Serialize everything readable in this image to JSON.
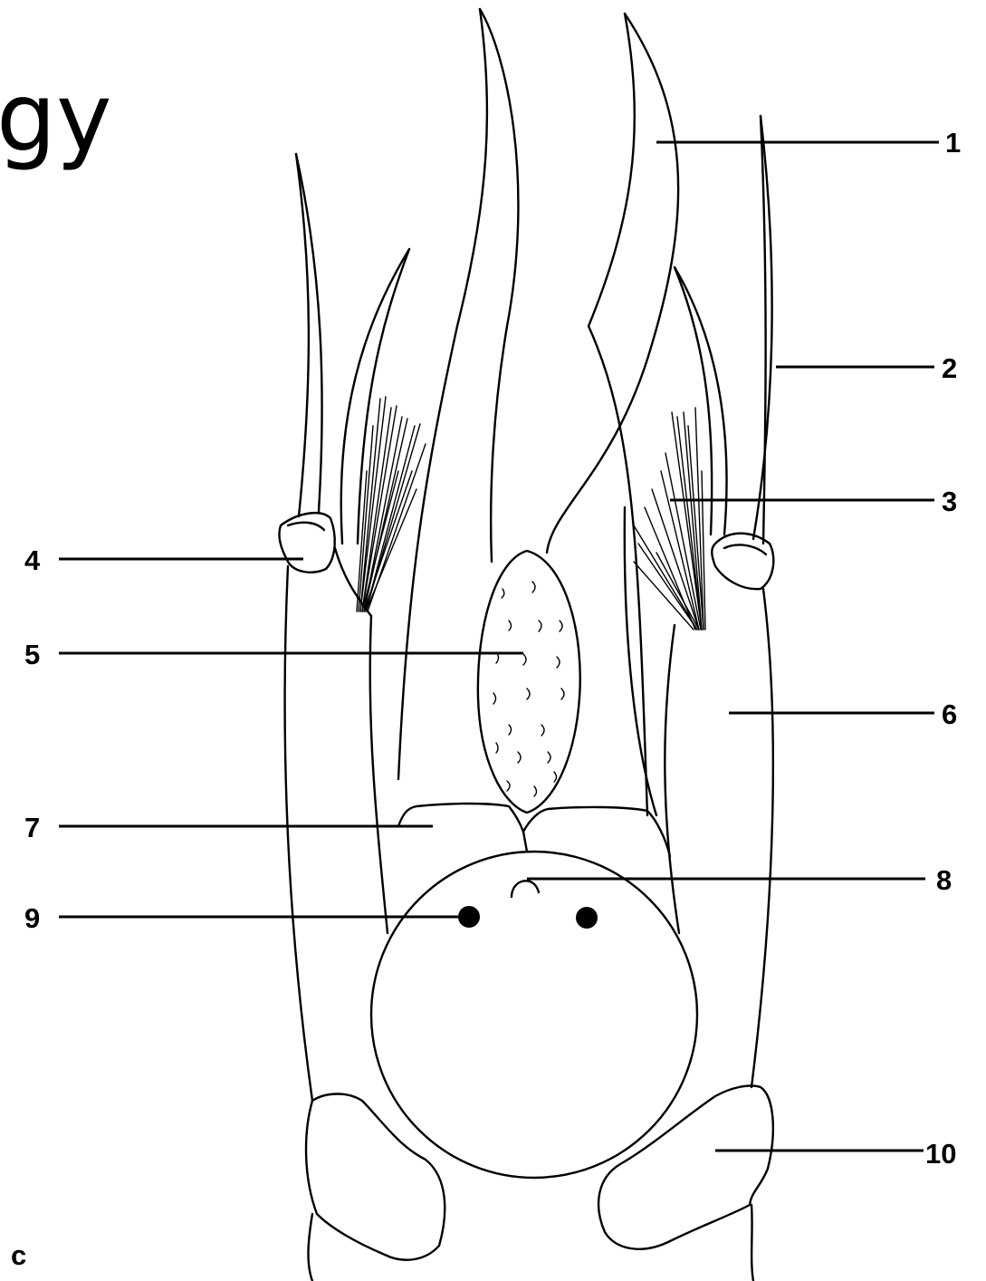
{
  "title_fragment": "gy",
  "panel_letter": "c",
  "labels": [
    "1",
    "2",
    "3",
    "4",
    "5",
    "6",
    "7",
    "8",
    "9",
    "10"
  ],
  "ink_color": "#000000",
  "background_color": "#ffffff"
}
